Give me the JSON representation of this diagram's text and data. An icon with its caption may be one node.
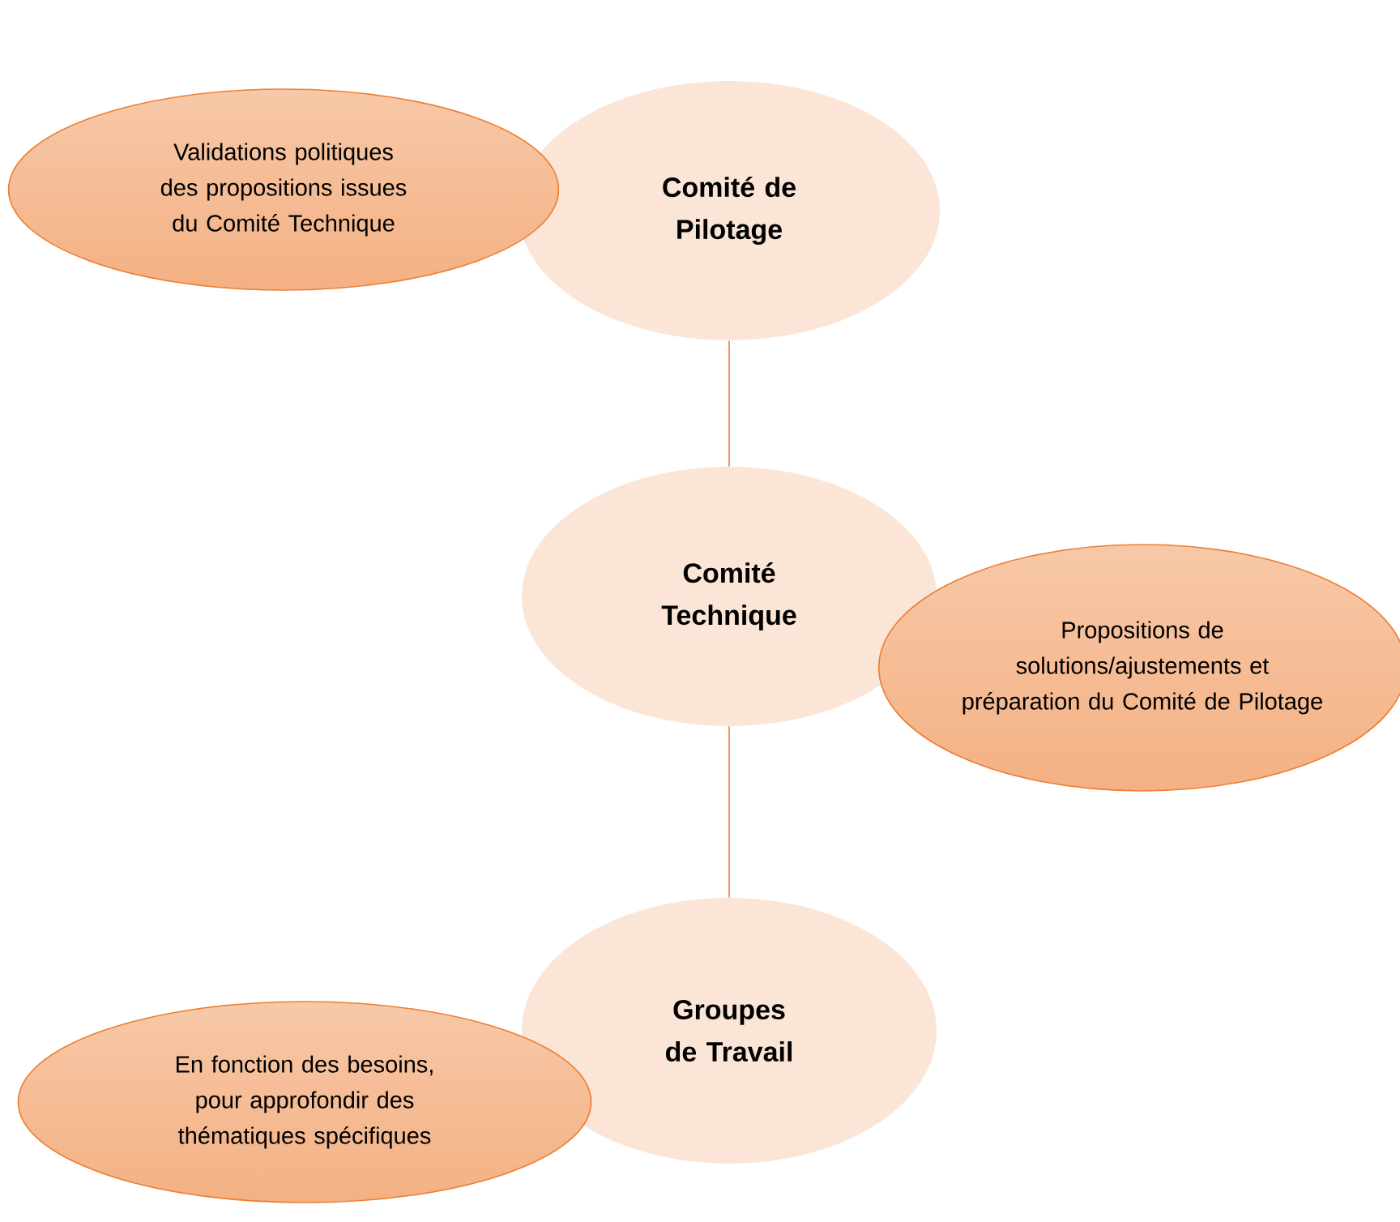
{
  "diagram": {
    "nodes": [
      {
        "text": [
          "Comité de Pilotage"
        ]
      },
      {
        "text": [
          "Validations politiques des propositions issues du Comité Technique"
        ]
      },
      {
        "text": [
          "Comité Technique"
        ]
      },
      {
        "text": [
          "Propositions de solutions/ajustements et préparation du Comité de Pilotage"
        ]
      },
      {
        "text": [
          "Groupes de Travail"
        ]
      },
      {
        "text": [
          "En fonction des besoins, pour approfondir des thématiques spécifiques"
        ]
      }
    ],
    "edges": [
      {
        "from": 0,
        "to": 2,
        "arrow": "none"
      },
      {
        "from": 2,
        "to": 4,
        "arrow": "none"
      }
    ]
  }
}
